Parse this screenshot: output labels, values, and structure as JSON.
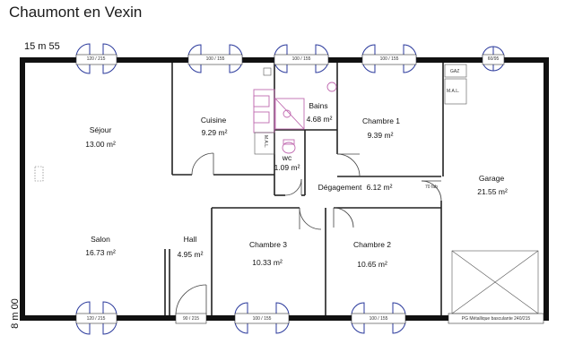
{
  "title": "Chaumont en Vexin",
  "dimensions": {
    "width": "15 m 55",
    "depth": "8 m 00"
  },
  "rooms": {
    "sejour": {
      "name": "Séjour",
      "area": "13.00 m²"
    },
    "salon": {
      "name": "Salon",
      "area": "16.73 m²"
    },
    "hall": {
      "name": "Hall",
      "area": "4.95 m²"
    },
    "cuisine": {
      "name": "Cuisine",
      "area": "9.29 m²"
    },
    "bains": {
      "name": "Bains",
      "area": "4.68 m²"
    },
    "wc": {
      "name": "wc",
      "area": "1.09 m²"
    },
    "chambre1": {
      "name": "Chambre 1",
      "area": "9.39 m²"
    },
    "chambre2": {
      "name": "Chambre 2",
      "area": "10.65 m²"
    },
    "chambre3": {
      "name": "Chambre 3",
      "area": "10.33 m²"
    },
    "degagement": {
      "name": "Dégagement",
      "area": "6.12 m²"
    },
    "garage": {
      "name": "Garage",
      "area": "21.55 m²"
    }
  },
  "openings": {
    "sejour_window": "120 / 215",
    "cuisine_window": "100 / 155",
    "bains_window": "100 / 155",
    "chambre1_window": "100 / 155",
    "garage_window": "60/95",
    "salon_window": "120 / 215",
    "entry_door": "90 / 215",
    "chambre3_window": "100 / 155",
    "chambre2_window": "100 / 155",
    "garage_door_label": "PG Métallique basculante 240/215",
    "garage_inner_door": "70 fab"
  },
  "fixtures": {
    "mal_garage": "M.A.L.",
    "mal_cuisine": "M.A.L.",
    "gaz": "GAZ"
  }
}
